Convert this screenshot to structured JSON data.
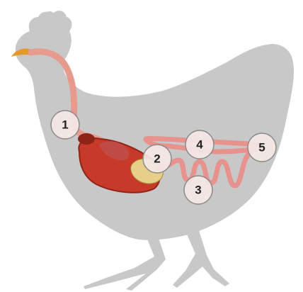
{
  "colors": {
    "silhouette": "#c8c8c8",
    "beak": "#e39a2a",
    "esophagus": "#e79b8f",
    "esophagus_outline": "#b86a60",
    "liver": "#c73a2a",
    "liver_dark": "#8e2418",
    "stomach": "#c04a44",
    "gizzard": "#e7cf8a",
    "intestine": "#e7928c",
    "intestine_outline": "#b8625c",
    "marker_fill": "#f4e8e6",
    "marker_stroke": "#8a8a8a"
  },
  "markers": [
    {
      "label": "1",
      "target": "crop"
    },
    {
      "label": "2",
      "target": "gizzard"
    },
    {
      "label": "3",
      "target": "small-intestine"
    },
    {
      "label": "4",
      "target": "intestine"
    },
    {
      "label": "5",
      "target": "cloaca"
    }
  ]
}
